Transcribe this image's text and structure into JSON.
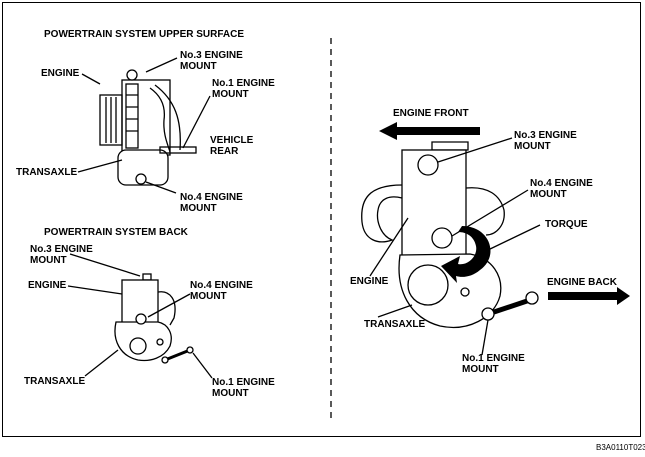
{
  "titles": {
    "upper_surface": "POWERTRAIN SYSTEM UPPER SURFACE",
    "back": "POWERTRAIN SYSTEM BACK"
  },
  "upper_view": {
    "no3_mount": "No.3 ENGINE\nMOUNT",
    "engine": "ENGINE",
    "no1_mount": "No.1 ENGINE\nMOUNT",
    "vehicle_rear": "VEHICLE\nREAR",
    "transaxle": "TRANSAXLE",
    "no4_mount": "No.4 ENGINE\nMOUNT"
  },
  "back_view": {
    "no3_mount": "No.3 ENGINE\nMOUNT",
    "engine": "ENGINE",
    "no4_mount": "No.4 ENGINE\nMOUNT",
    "transaxle": "TRANSAXLE",
    "no1_mount": "No.1 ENGINE\nMOUNT"
  },
  "main_view": {
    "engine_front": "ENGINE FRONT",
    "no3_mount": "No.3 ENGINE\nMOUNT",
    "no4_mount": "No.4 ENGINE\nMOUNT",
    "torque": "TORQUE",
    "engine_back": "ENGINE BACK",
    "engine": "ENGINE",
    "transaxle": "TRANSAXLE",
    "no1_mount": "No.1 ENGINE\nMOUNT"
  },
  "figure_code": "B3A0110T023"
}
